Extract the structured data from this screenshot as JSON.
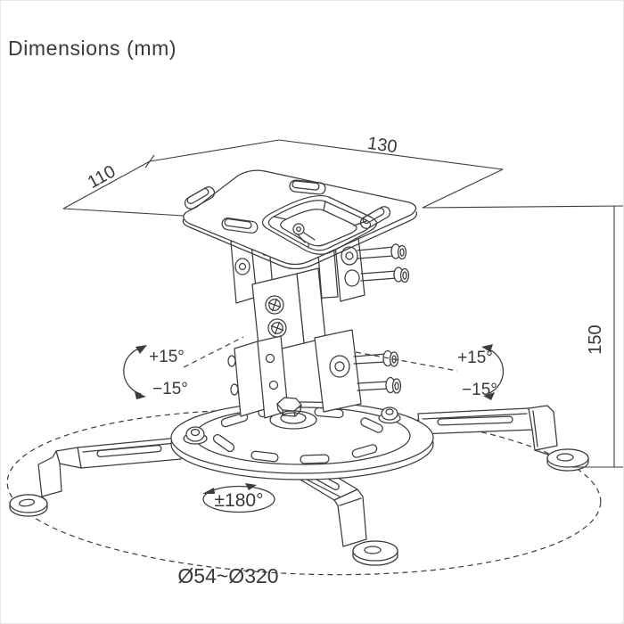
{
  "title": "Dimensions (mm)",
  "dimensions": {
    "plate_width": "130",
    "plate_depth": "110",
    "drop_height": "150",
    "tilt_up": "+15°",
    "tilt_down": "−15°",
    "rotation": "±180°",
    "mount_diameter_range": "Ø54~Ø320"
  },
  "colors": {
    "line": "#3c3c3f",
    "text": "#38383d",
    "background": "#ffffff"
  }
}
